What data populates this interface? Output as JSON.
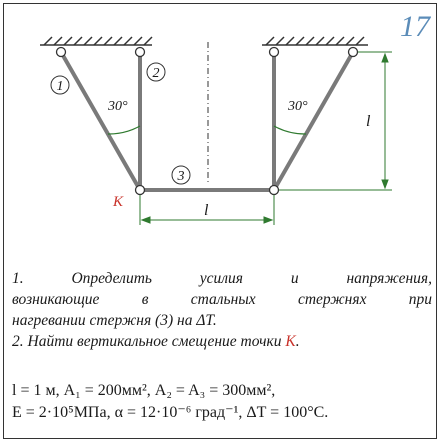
{
  "problem_number": "17",
  "figure": {
    "bar_labels": [
      "1",
      "2",
      "3"
    ],
    "angle_left": "30°",
    "angle_right": "30°",
    "point_label": "K",
    "dim_horizontal": "l",
    "dim_vertical": "l"
  },
  "tasks": {
    "task1_line1": "1. Определить усилия и напряжения,",
    "task1_line2": "возникающие в стальных стержнях при",
    "task1_line3": "нагревании стержня (3) на ΔT.",
    "task2_prefix": "2.  Найти вертикальное смещение точки ",
    "task2_point": "K",
    "task2_suffix": "."
  },
  "given": {
    "line1": "l = 1 м,  A₁ = 200мм²,  A₂ = A₃ = 300мм²,",
    "line2": "E = 2·10⁵МПа,  α = 12·10⁻⁶ град⁻¹,  ΔT = 100°C."
  },
  "colors": {
    "bar": "#7a7a7a",
    "dimension": "#2f7a2f",
    "accent_red": "#c8322a",
    "number_blue": "#5b8cb8"
  }
}
